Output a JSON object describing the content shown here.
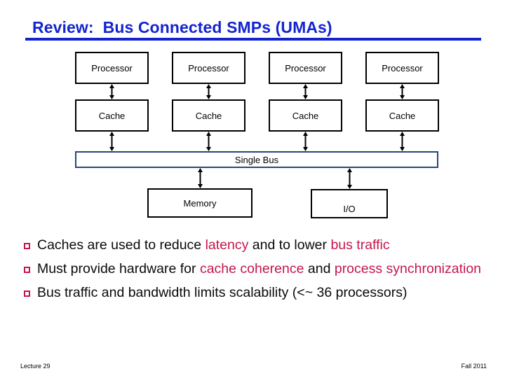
{
  "slide": {
    "title": "Review:  Bus Connected SMPs (UMAs)",
    "accent_blue": "#1324cf",
    "bus_border_blue": "#24487c",
    "highlight_red": "#c4174c",
    "body_black": "#0a0a0a"
  },
  "diagram": {
    "processors": [
      {
        "label": "Processor"
      },
      {
        "label": "Processor"
      },
      {
        "label": "Processor"
      },
      {
        "label": "Processor"
      }
    ],
    "caches": [
      {
        "label": "Cache"
      },
      {
        "label": "Cache"
      },
      {
        "label": "Cache"
      },
      {
        "label": "Cache"
      }
    ],
    "bus": {
      "label": "Single Bus"
    },
    "memory": {
      "label": "Memory"
    },
    "io": {
      "label": "I/O"
    },
    "connector_icon": "double-headed-arrow-icon"
  },
  "bullets": [
    {
      "marker": "hollow-square-bullet",
      "segments": [
        {
          "text": "Caches are used to reduce ",
          "color": "black"
        },
        {
          "text": "latency",
          "color": "red"
        },
        {
          "text": " and to lower ",
          "color": "black"
        },
        {
          "text": "bus traffic",
          "color": "red"
        }
      ]
    },
    {
      "marker": "hollow-square-bullet",
      "segments": [
        {
          "text": "Must provide hardware for ",
          "color": "black"
        },
        {
          "text": "cache coherence",
          "color": "red"
        },
        {
          "text": " and ",
          "color": "black"
        },
        {
          "text": "process synchronization",
          "color": "red"
        }
      ]
    },
    {
      "marker": "hollow-square-bullet",
      "segments": [
        {
          "text": "Bus traffic and bandwidth limits scalability (<~ 36 processors)",
          "color": "black"
        }
      ]
    }
  ],
  "footer": {
    "left": "Lecture 29",
    "right": "Fall 2011"
  }
}
